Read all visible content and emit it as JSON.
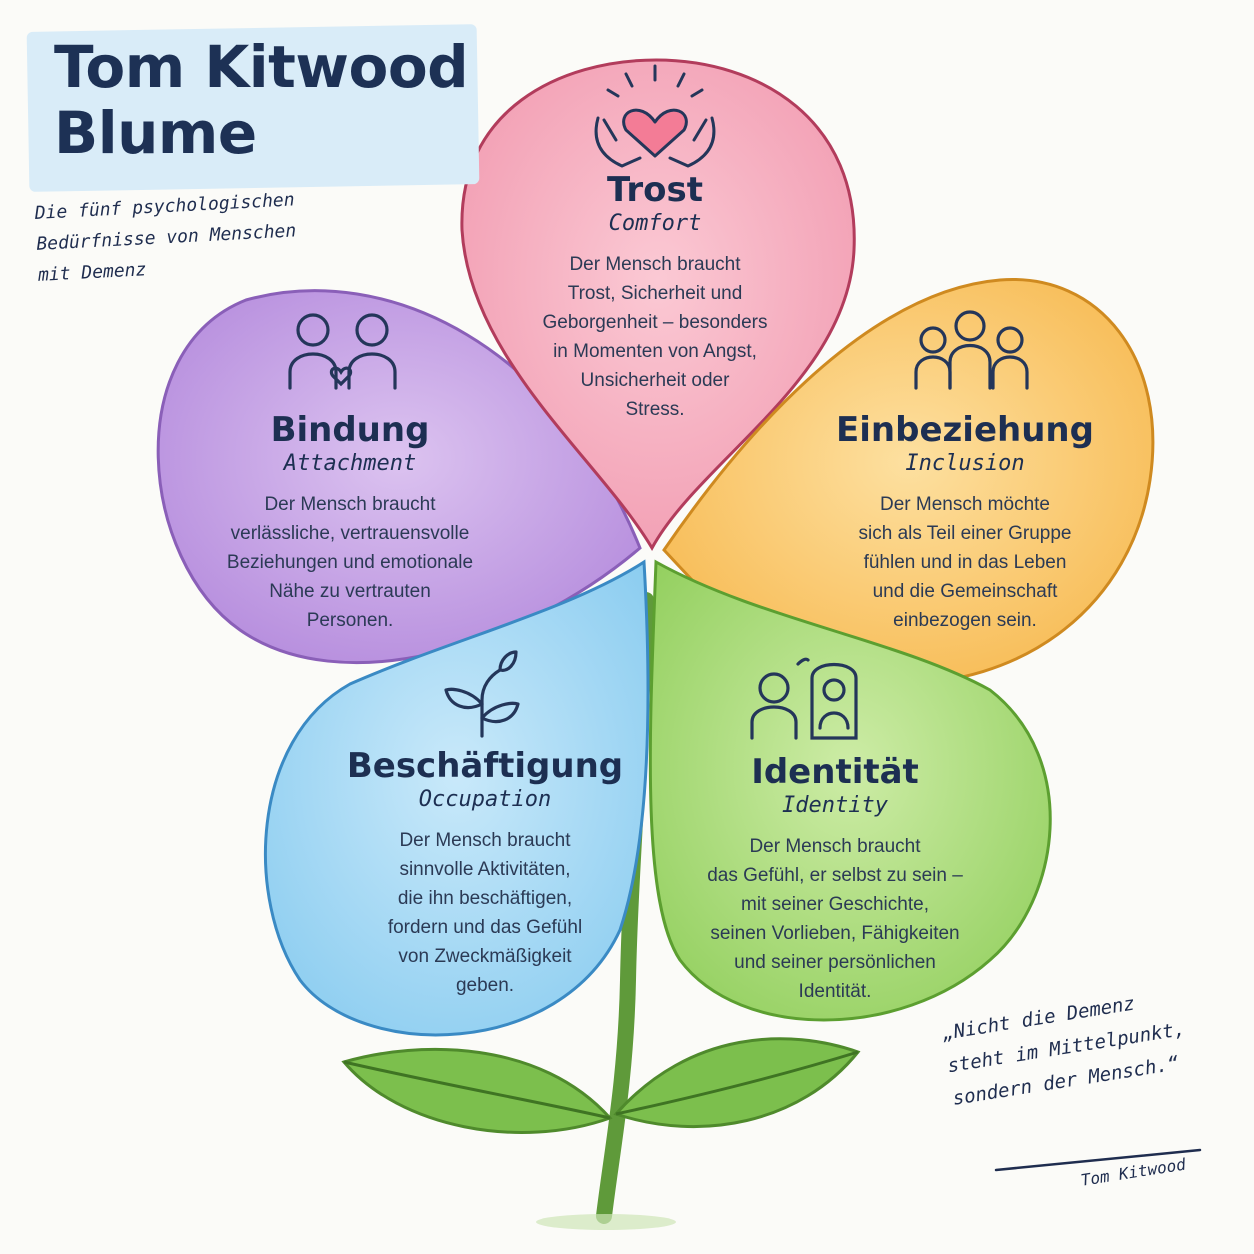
{
  "title_lines": [
    "Tom Kitwood",
    "Blume"
  ],
  "subtitle_lines": [
    "Die fünf psychologischen",
    "Bedürfnisse von Menschen",
    "mit Demenz"
  ],
  "petals": [
    {
      "key": "trost",
      "title": "Trost",
      "subtitle": "Comfort",
      "description_lines": [
        "Der Mensch braucht",
        "Trost, Sicherheit und",
        "Geborgenheit – besonders",
        "in Momenten von Angst,",
        "Unsicherheit oder",
        "Stress."
      ],
      "icon": "caring-hands-heart-icon",
      "color": "#f4a6b8"
    },
    {
      "key": "einbeziehung",
      "title": "Einbeziehung",
      "subtitle": "Inclusion",
      "description_lines": [
        "Der Mensch möchte",
        "sich als Teil einer Gruppe",
        "fühlen und in das Leben",
        "und die Gemeinschaft",
        "einbezogen sein."
      ],
      "icon": "group-people-icon",
      "color": "#f8c46a"
    },
    {
      "key": "identitaet",
      "title": "Identität",
      "subtitle": "Identity",
      "description_lines": [
        "Der Mensch braucht",
        "das Gefühl, er selbst zu sein –",
        "mit seiner Geschichte,",
        "seinen Vorlieben, Fähigkeiten",
        "und seiner persönlichen",
        "Identität."
      ],
      "icon": "person-mirror-icon",
      "color": "#a9dc79"
    },
    {
      "key": "beschaeftigung",
      "title": "Beschäftigung",
      "subtitle": "Occupation",
      "description_lines": [
        "Der Mensch braucht",
        "sinnvolle Aktivitäten,",
        "die ihn beschäftigen,",
        "fordern und das Gefühl",
        "von Zweckmäßigkeit",
        "geben."
      ],
      "icon": "sprout-leaves-icon",
      "color": "#a2d6f2"
    },
    {
      "key": "bindung",
      "title": "Bindung",
      "subtitle": "Attachment",
      "description_lines": [
        "Der Mensch braucht",
        "verlässliche, vertrauensvolle",
        "Beziehungen und emotionale",
        "Nähe zu vertrauten",
        "Personen."
      ],
      "icon": "two-people-heart-icon",
      "color": "#c6a2e4"
    }
  ],
  "quote_lines": [
    "„Nicht die Demenz",
    "steht im Mittelpunkt,",
    "sondern der Mensch.“"
  ],
  "quote_author": "Tom Kitwood",
  "colors": {
    "title_box": "#d9ecf8",
    "text_dark": "#1d2f52",
    "stem": "#5f9a3a",
    "leaf": "#7cbf4d"
  }
}
